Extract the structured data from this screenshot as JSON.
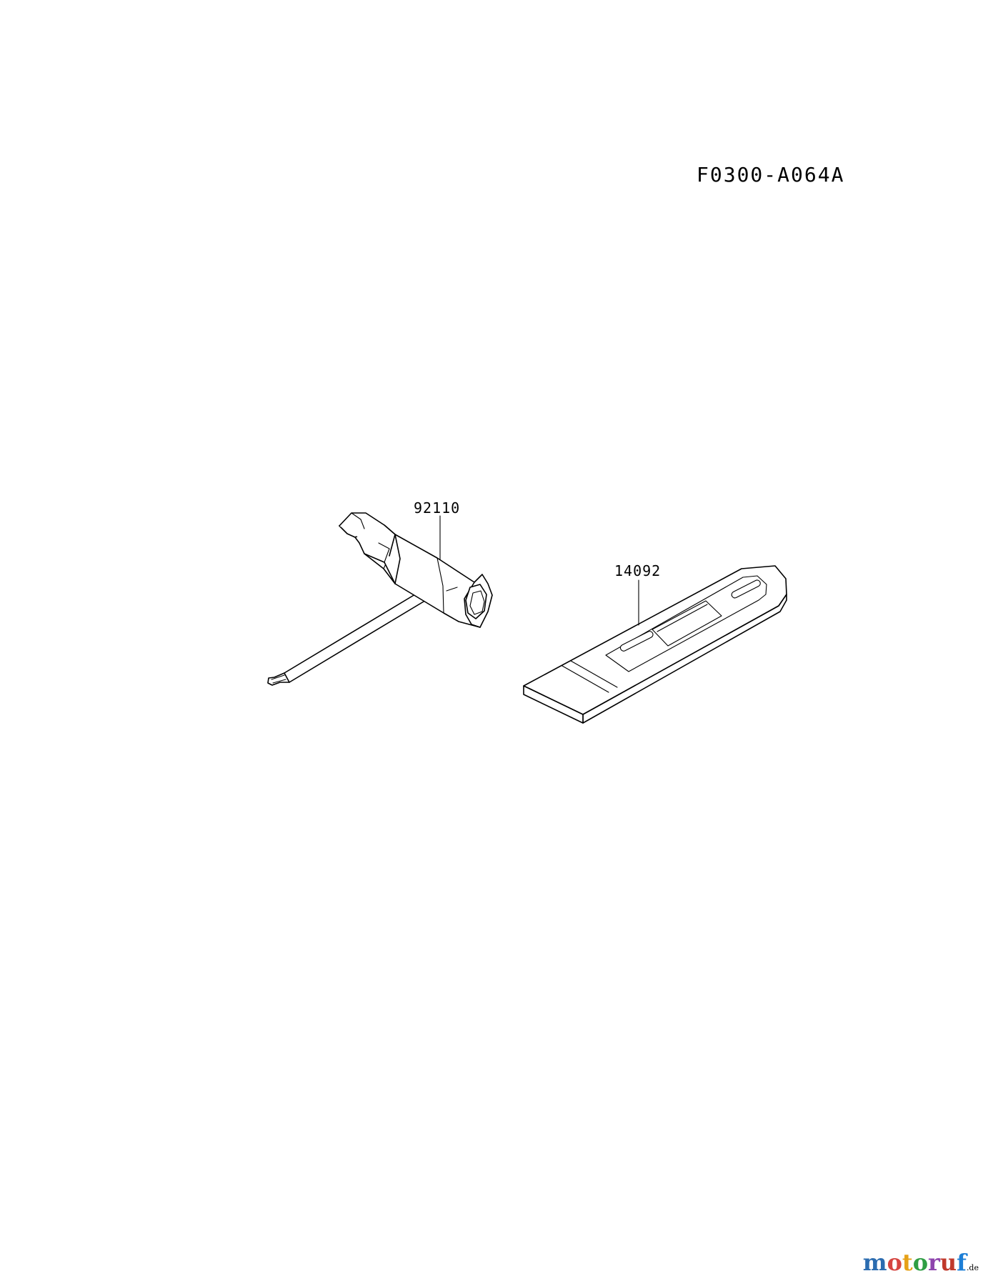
{
  "diagram": {
    "code": "F0300-A064A",
    "parts": [
      {
        "number": "92110",
        "depicts": "spark-plug-wrench"
      },
      {
        "number": "14092",
        "depicts": "bar-cover"
      }
    ]
  },
  "watermark": {
    "text": "motoruf",
    "tld": ".de",
    "colors": [
      "#2b6cb0",
      "#d64541",
      "#e6a118",
      "#2f9e44",
      "#8e44ad",
      "#c0392b",
      "#1c7ed6"
    ]
  }
}
